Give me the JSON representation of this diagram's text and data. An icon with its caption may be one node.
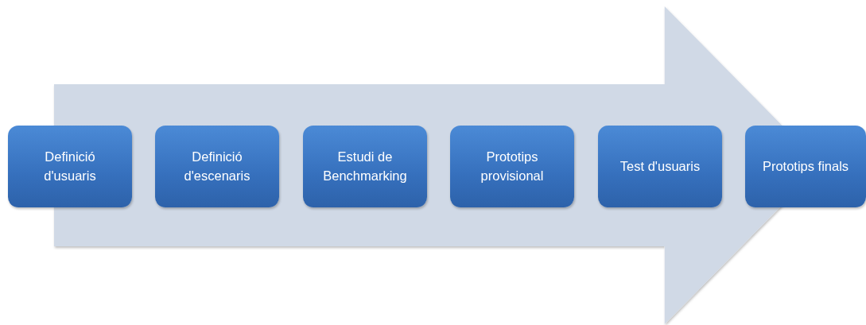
{
  "diagram": {
    "nodes": [
      {
        "text": [
          "Definició d'usuaris"
        ]
      },
      {
        "text": [
          "Definició d'escenaris"
        ]
      },
      {
        "text": [
          "Estudi de Benchmarking"
        ]
      },
      {
        "text": [
          "Prototips provisional"
        ]
      },
      {
        "text": [
          "Test d'usuaris"
        ]
      },
      {
        "text": [
          "Prototips finals"
        ]
      }
    ],
    "edges": [
      {
        "from": 0,
        "to": 5,
        "arrow": "to",
        "style": "thick"
      }
    ]
  }
}
